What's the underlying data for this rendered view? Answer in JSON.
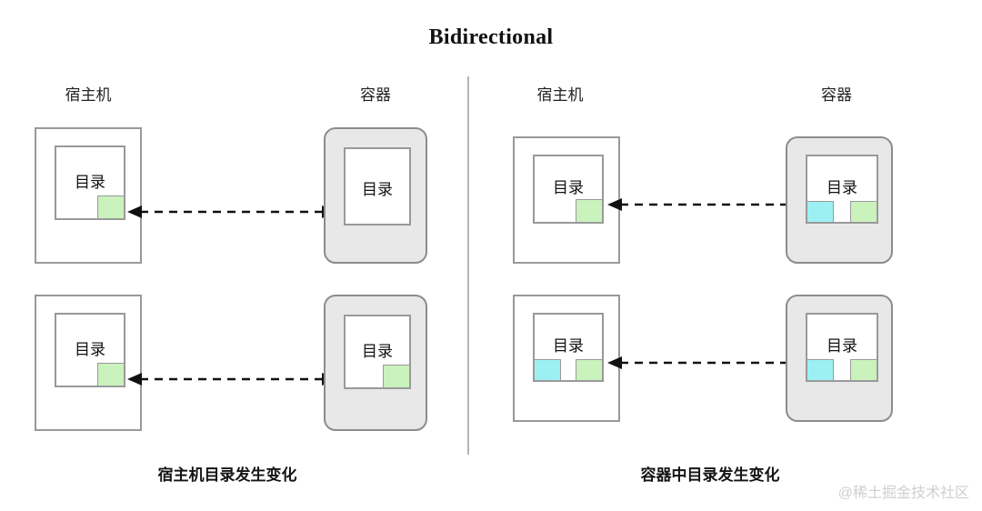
{
  "title": "Bidirectional",
  "watermark": "@稀土掘金技术社区",
  "colors": {
    "chip_green": "#c9f2bd",
    "chip_cyan": "#9df0f2",
    "container_fill": "#e8e8e8",
    "box_border": "#999999",
    "container_border": "#8c8c8c",
    "divider": "#b4b4b4",
    "arrow": "#111111",
    "watermark": "#cfcfcf"
  },
  "panels": [
    {
      "id": "left",
      "caption": "宿主机目录发生变化",
      "headers": {
        "host": "宿主机",
        "container": "容器"
      },
      "rows": [
        {
          "id": "left-top",
          "host": {
            "label": "目录",
            "chips": [
              {
                "color": "green",
                "position": "bottom-right"
              }
            ]
          },
          "container": {
            "label": "目录",
            "chips": []
          }
        },
        {
          "id": "left-bottom",
          "host": {
            "label": "目录",
            "chips": [
              {
                "color": "green",
                "position": "bottom-right"
              }
            ]
          },
          "container": {
            "label": "目录",
            "chips": [
              {
                "color": "green",
                "position": "bottom-right"
              }
            ]
          }
        }
      ]
    },
    {
      "id": "right",
      "caption": "容器中目录发生变化",
      "headers": {
        "host": "宿主机",
        "container": "容器"
      },
      "rows": [
        {
          "id": "right-top",
          "host": {
            "label": "目录",
            "chips": [
              {
                "color": "green",
                "position": "bottom-right"
              }
            ]
          },
          "container": {
            "label": "目录",
            "chips": [
              {
                "color": "cyan",
                "position": "bottom-left"
              },
              {
                "color": "green",
                "position": "bottom-right"
              }
            ]
          }
        },
        {
          "id": "right-bottom",
          "host": {
            "label": "目录",
            "chips": [
              {
                "color": "cyan",
                "position": "bottom-left"
              },
              {
                "color": "green",
                "position": "bottom-right"
              }
            ]
          },
          "container": {
            "label": "目录",
            "chips": [
              {
                "color": "cyan",
                "position": "bottom-left"
              },
              {
                "color": "green",
                "position": "bottom-right"
              }
            ]
          }
        }
      ]
    }
  ],
  "arrow": {
    "style": "dashed",
    "heads": "both",
    "meaning": "bidirectional-sync"
  }
}
